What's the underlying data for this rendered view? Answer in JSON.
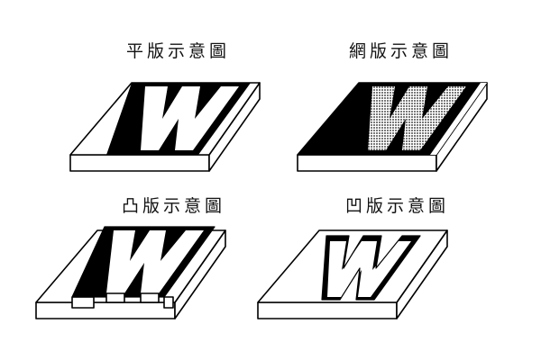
{
  "panels": [
    {
      "id": "planographic",
      "caption": "平版示意圖",
      "letter": "W"
    },
    {
      "id": "screen",
      "caption": "網版示意圖",
      "letter": "W"
    },
    {
      "id": "relief",
      "caption": "凸版示意圖",
      "letter": "W"
    },
    {
      "id": "intaglio",
      "caption": "凹版示意圖",
      "letter": "W"
    }
  ],
  "colors": {
    "ink": "#000000",
    "paper": "#ffffff",
    "mesh": "#9a9a9a"
  }
}
